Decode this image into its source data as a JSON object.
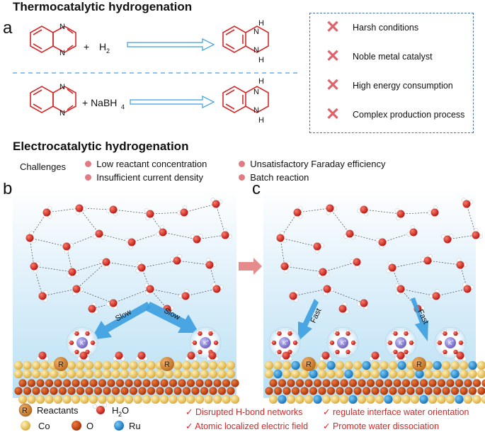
{
  "section1": {
    "title": "Thermocatalytic hydrogenation",
    "panel_label": "a",
    "reaction1": {
      "plus": "+",
      "reagent": "H",
      "reagent_sub": "2",
      "nh_top": "H",
      "n_top": "N",
      "n_bot": "N",
      "nh_bot": "H"
    },
    "reaction2": {
      "plus": "+ NaBH",
      "reagent_sub": "4",
      "nh_top": "H",
      "n_top": "N",
      "n_bot": "N",
      "nh_bot": "H"
    },
    "drawbacks": [
      "Harsh conditions",
      "Noble metal catalyst",
      "High energy consumption",
      "Complex production process"
    ]
  },
  "section2": {
    "title": "Electrocatalytic hydrogenation",
    "challenges_label": "Challenges",
    "challenges": [
      "Low reactant concentration",
      "Unsatisfactory Faraday efficiency",
      "Insufficient current density",
      "Batch reaction"
    ]
  },
  "panel_b": {
    "label": "b",
    "arrow_left": "Slow",
    "arrow_right": "Slow",
    "ion": "K",
    "ion_charge": "+",
    "reactant": "R"
  },
  "panel_c": {
    "label": "c",
    "arrow_left": "Fast",
    "arrow_right": "Fast",
    "ion": "K",
    "ion_charge": "+",
    "reactant": "R"
  },
  "legend": {
    "reactant_symbol": "R",
    "reactants": "Reactants",
    "water": "H",
    "water_sub": "2",
    "water_tail": "O",
    "co": "Co",
    "o": "O",
    "ru": "Ru"
  },
  "features": [
    "Disrupted H-bond networks",
    "regulate interface water orientation",
    "Atomic localized electric field",
    "Promote water dissociation"
  ],
  "check_symbol": "✓",
  "colors": {
    "ring": "#d62828",
    "dash": "#4a6fb0",
    "cross": "#e0636b",
    "co": "#e8c46a",
    "o": "#c0450f",
    "ru": "#1e8fd6",
    "k": "#8f86d6",
    "arrow": "#3a9ee0"
  }
}
